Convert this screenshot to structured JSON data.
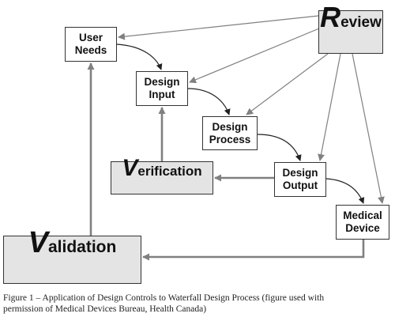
{
  "boxes": {
    "user_needs": {
      "line1": "User",
      "line2": "Needs"
    },
    "design_input": {
      "line1": "Design",
      "line2": "Input"
    },
    "design_process": {
      "line1": "Design",
      "line2": "Process"
    },
    "design_output": {
      "line1": "Design",
      "line2": "Output"
    },
    "medical_device": {
      "line1": "Medical",
      "line2": "Device"
    },
    "review": {
      "initial": "R",
      "rest": "eview"
    },
    "verification": {
      "initial": "V",
      "rest": "erification"
    },
    "validation": {
      "initial": "V",
      "rest": "alidation"
    }
  },
  "caption": {
    "line1": "Figure 1 – Application of Design Controls to Waterfall Design Process (figure used with",
    "line2": "permission of Medical Devices Bureau, Health Canada)"
  },
  "colors": {
    "arrow_gray": "#808080",
    "arrow_black": "#222222",
    "box_fill": "#e4e4e4"
  }
}
